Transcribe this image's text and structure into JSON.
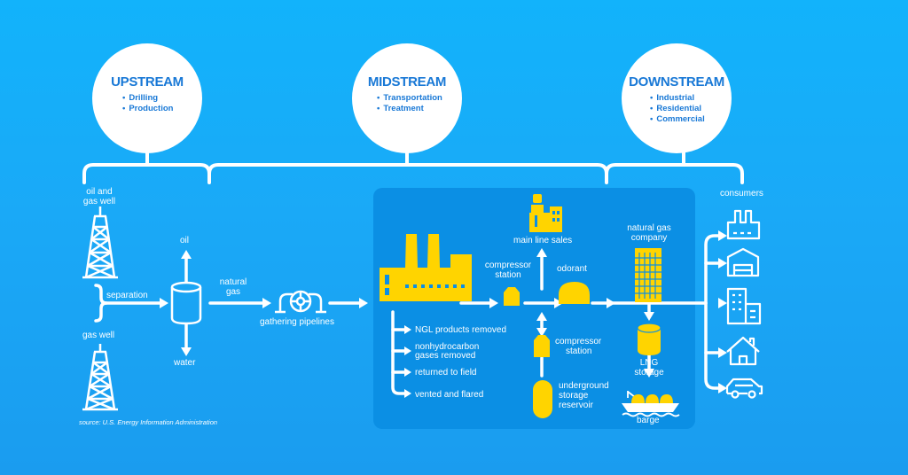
{
  "upstream": {
    "title": "UPSTREAM",
    "items": [
      "Drilling",
      "Production"
    ]
  },
  "midstream": {
    "title": "MIDSTREAM",
    "items": [
      "Transportation",
      "Treatment"
    ]
  },
  "downstream": {
    "title": "DOWNSTREAM",
    "items": [
      "Industrial",
      "Residential",
      "Commercial"
    ]
  },
  "labels": {
    "oil_gas_well_1": "oil and",
    "oil_gas_well_2": "gas well",
    "gas_well": "gas well",
    "separation": "separation",
    "oil": "oil",
    "water": "water",
    "natural_gas_1": "natural",
    "natural_gas_2": "gas",
    "gathering_pipelines": "gathering pipelines",
    "main_line_sales": "main line sales",
    "compressor_station_1a": "compressor",
    "compressor_station_1b": "station",
    "odorant": "odorant",
    "ngl": "NGL products removed",
    "nonhydro_1": "nonhydrocarbon",
    "nonhydro_2": "gases removed",
    "returned": "returned to field",
    "vented": "vented and flared",
    "compressor_station_2a": "compressor",
    "compressor_station_2b": "station",
    "underground_1": "underground",
    "underground_2": "storage",
    "underground_3": "reservoir",
    "ngc_1": "natural gas",
    "ngc_2": "company",
    "lng_1": "LNG",
    "lng_2": "storage",
    "barge": "barge",
    "consumers": "consumers"
  },
  "source": "source: U.S. Energy Information Administration",
  "colors": {
    "background": "#1aa9f7",
    "panel": "#0b8fe4",
    "accent": "#ffd400",
    "title": "#1878d6",
    "line": "#ffffff"
  }
}
